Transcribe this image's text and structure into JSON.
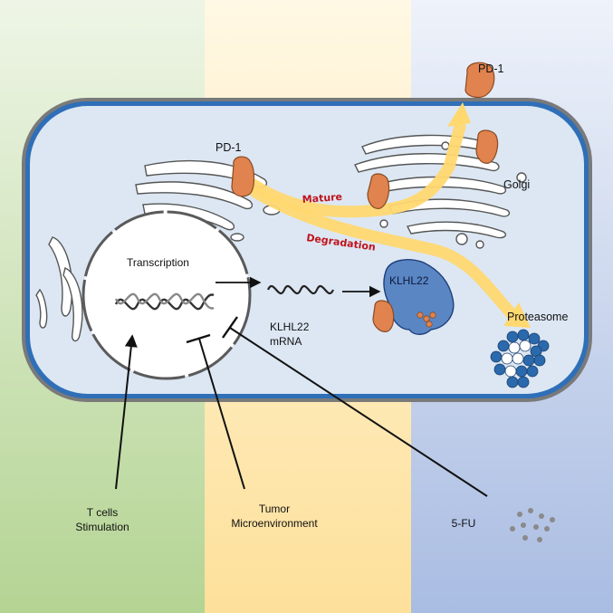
{
  "labels": {
    "pd1_top": "PD-1",
    "pd1_er": "PD-1",
    "golgi": "Golgi",
    "mature": "Mature",
    "degradation": "Degradation",
    "transcription": "Transcription",
    "klhl22_protein": "KLHL22",
    "klhl22_mrna_line1": "KLHL22",
    "klhl22_mrna_line2": "mRNA",
    "proteasome": "Proteasome",
    "tcell_line1": "T cells",
    "tcell_line2": "Stimulation",
    "tumor_line1": "Tumor",
    "tumor_line2": "Microenvironment",
    "fu": "5-FU"
  },
  "colors": {
    "panel_left": "#c3dda8",
    "panel_middle": "#fde6a6",
    "panel_right": "#b7c6e4",
    "cell_fill": "#dce7f3",
    "cell_membrane_outer": "#6b6b6b",
    "cell_membrane_inner": "#2f6fb8",
    "pd1_protein": "#e0834f",
    "pathway_arrow": "#ffd870",
    "klhl22": "#5a86c4",
    "proteasome_blue": "#2a69ac",
    "path_label": "#c0121b"
  },
  "icons": {
    "dna": "dna-helix-icon",
    "mrna": "mrna-strand-icon",
    "proteasome": "proteasome-icon",
    "golgi": "golgi-apparatus-icon",
    "drug": "drug-particles-icon"
  }
}
